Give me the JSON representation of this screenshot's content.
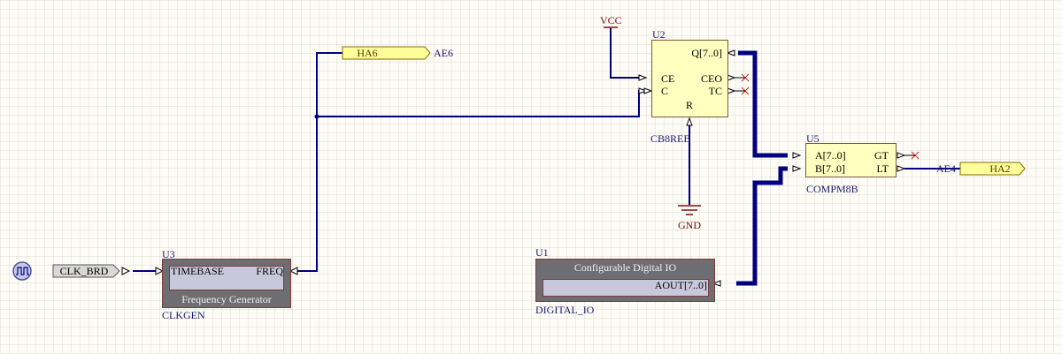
{
  "schematic": {
    "components": {
      "u3": {
        "designator": "U3",
        "comment": "CLKGEN",
        "title": "Frequency Generator",
        "pins": {
          "timebase": "TIMEBASE",
          "freq": "FREQ"
        }
      },
      "u2": {
        "designator": "U2",
        "comment": "CB8REB",
        "pins": {
          "q": "Q[7..0]",
          "ce": "CE",
          "c": "C",
          "ceo": "CEO",
          "tc": "TC",
          "r": "R"
        }
      },
      "u5": {
        "designator": "U5",
        "comment": "COMPM8B",
        "pins": {
          "a": "A[7..0]",
          "b": "B[7..0]",
          "gt": "GT",
          "lt": "LT"
        }
      },
      "u1": {
        "designator": "U1",
        "comment": "DIGITAL_IO",
        "title": "Configurable Digital IO",
        "pins": {
          "aout": "AOUT[7..0]"
        }
      }
    },
    "ports": {
      "clk_brd": "CLK_BRD",
      "ha6": "HA6",
      "ha2": "HA2"
    },
    "net_labels": {
      "ae6": "AE6",
      "ae4": "AE4"
    },
    "power": {
      "vcc": "VCC",
      "gnd": "GND"
    },
    "icons": [
      "clock-source-icon",
      "no-erc-marker-icon"
    ],
    "colors": {
      "wire": "#000080",
      "bus": "#000080",
      "component_fill": "#ffffbf",
      "sheet_fill": "#6e6e72",
      "port_fill": "#ffff99",
      "power": "#7a0f0f"
    }
  }
}
